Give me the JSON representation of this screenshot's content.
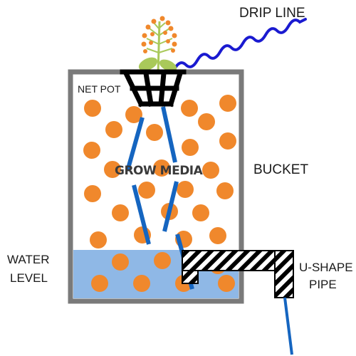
{
  "labels": {
    "drip_line": "DRIP LINE",
    "net_pot": "NET POT",
    "grow_media": "GROW MEDIA",
    "bucket": "BUCKET",
    "water_level_line1": "WATER",
    "water_level_line2": "LEVEL",
    "u_shape_line1": "U-SHAPE",
    "u_shape_line2": "PIPE"
  },
  "colors": {
    "bucket_wall": "#7a7a7a",
    "water": "#8fb8e6",
    "media_ball": "#f0882c",
    "root": "#1565c0",
    "drip_line": "#1a1ad0",
    "net_pot": "#000000",
    "plant_leaf": "#a9c95a",
    "plant_flower": "#f0882c"
  }
}
